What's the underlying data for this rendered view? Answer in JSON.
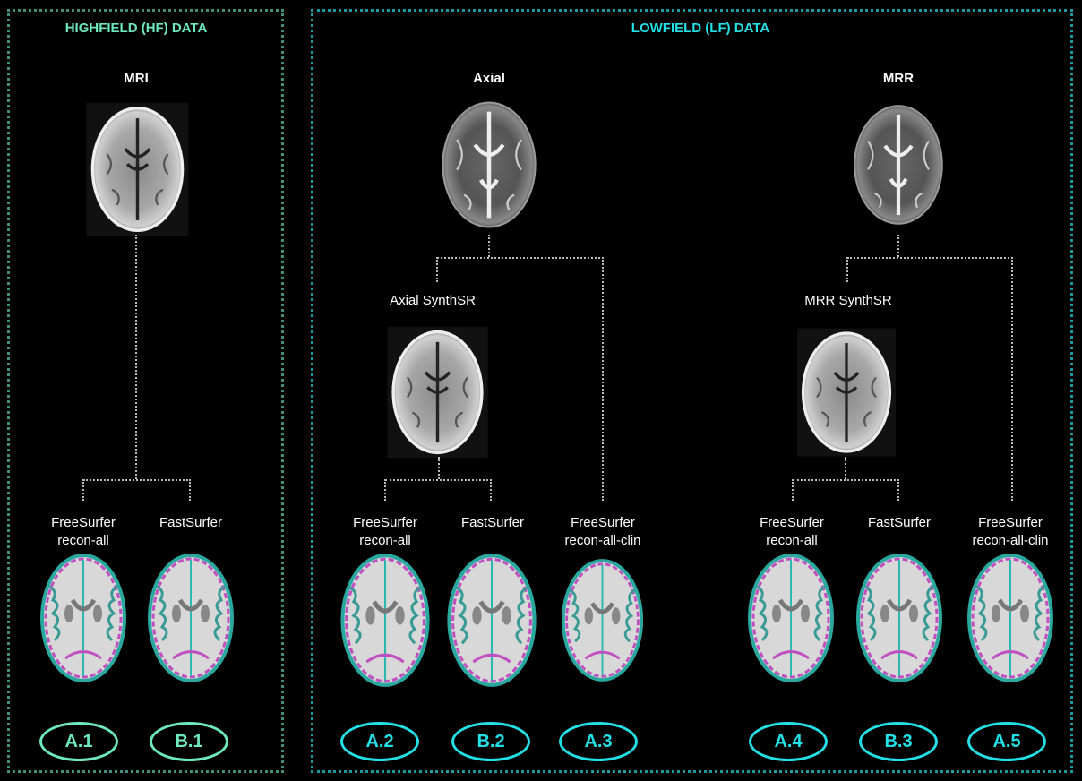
{
  "highfield": {
    "title": "HIGHFIELD (HF) DATA",
    "input": "MRI",
    "color": "#6ee8c0",
    "methods": [
      {
        "line1": "FreeSurfer",
        "line2": "recon-all",
        "id": "A.1"
      },
      {
        "line1": "FastSurfer",
        "line2": "",
        "id": "B.1"
      }
    ]
  },
  "lowfield": {
    "title": "LOWFIELD (LF) DATA",
    "color": "#22e0e6",
    "axial": {
      "input": "Axial",
      "synth": "Axial SynthSR",
      "methods": [
        {
          "line1": "FreeSurfer",
          "line2": "recon-all",
          "id": "A.2"
        },
        {
          "line1": "FastSurfer",
          "line2": "",
          "id": "B.2"
        },
        {
          "line1": "FreeSurfer",
          "line2": "recon-all-clin",
          "id": "A.3"
        }
      ]
    },
    "mrr": {
      "input": "MRR",
      "synth": "MRR SynthSR",
      "methods": [
        {
          "line1": "FreeSurfer",
          "line2": "recon-all",
          "id": "A.4"
        },
        {
          "line1": "FastSurfer",
          "line2": "",
          "id": "B.3"
        },
        {
          "line1": "FreeSurfer",
          "line2": "recon-all-clin",
          "id": "A.5"
        }
      ]
    }
  }
}
